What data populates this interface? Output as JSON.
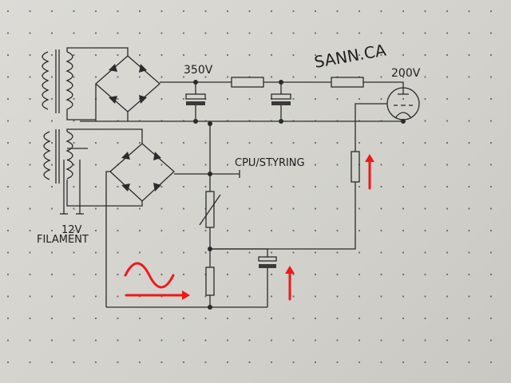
{
  "labels": {
    "high_voltage": "350V",
    "title_note": "SANN.CA",
    "tube_voltage": "200V",
    "cpu_control": "CPU/STYRING",
    "filament_voltage": "12V",
    "filament": "FILAMENT"
  },
  "colors": {
    "ink": "#2b2b2b",
    "annotation": "#f01818",
    "paper": "#d4d3ce"
  }
}
